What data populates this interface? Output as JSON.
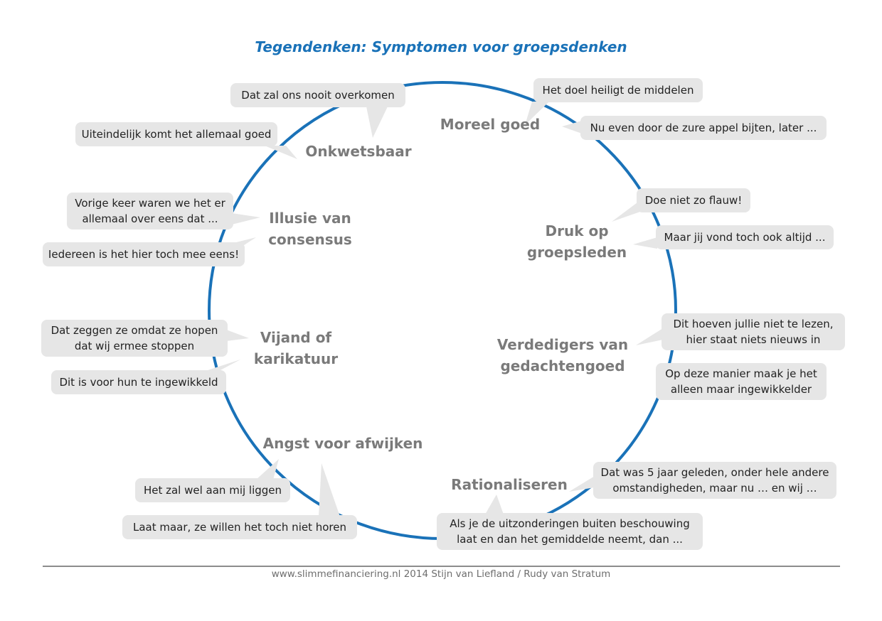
{
  "title": "Tegendenken: Symptomen voor groepsdenken",
  "footer": "www.slimmefinanciering.nl 2014 Stijn van Liefland / Rudy van Stratum",
  "colors": {
    "accent": "#1a72b8",
    "label": "#7a7a7a",
    "bubble": "#e6e6e6"
  },
  "symptoms": [
    {
      "name": "Onkwetsbaar"
    },
    {
      "name": "Moreel goed"
    },
    {
      "name": "Illusie van\nconsensus"
    },
    {
      "name": "Druk op\ngroepsleden"
    },
    {
      "name": "Vijand of\nkarikatuur"
    },
    {
      "name": "Verdedigers van\ngedachtengoed"
    },
    {
      "name": "Angst voor afwijken"
    },
    {
      "name": "Rationaliseren"
    }
  ],
  "quotes": [
    "Dat zal ons nooit overkomen",
    "Uiteindelijk komt het allemaal goed",
    "Het doel heiligt de middelen",
    "Nu even door de zure appel bijten, later ...",
    "Vorige keer waren we het er\nallemaal over eens dat ...",
    "Iedereen is het hier toch mee eens!",
    "Doe niet zo flauw!",
    "Maar jij vond toch ook altijd ...",
    "Dat zeggen ze omdat ze hopen\ndat wij ermee stoppen",
    "Dit is voor hun te ingewikkeld",
    "Dit hoeven jullie niet te lezen,\nhier staat niets nieuws in",
    "Op deze manier maak je het\nalleen maar ingewikkelder",
    "Het zal wel aan mij liggen",
    "Laat maar, ze willen het toch niet horen",
    "Dat was 5 jaar geleden, onder hele andere\nomstandigheden, maar nu … en wij …",
    "Als je de uitzonderingen buiten beschouwing\nlaat en dan het gemiddelde neemt, dan ..."
  ]
}
